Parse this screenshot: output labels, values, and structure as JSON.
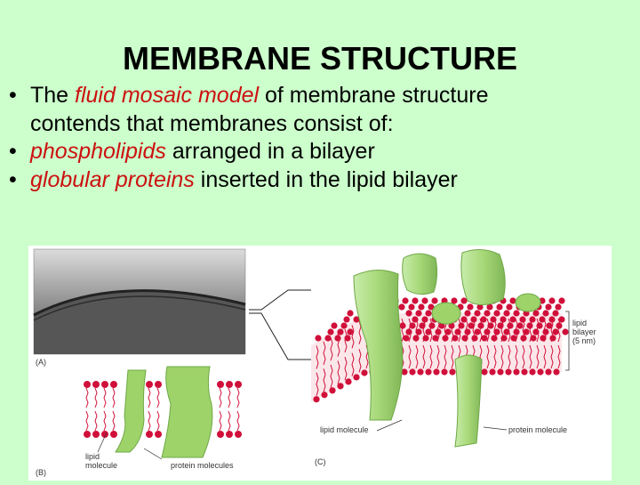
{
  "slide": {
    "title": "MEMBRANE STRUCTURE",
    "bullet1": {
      "pre": "The ",
      "em": "fluid mosaic model",
      "post1": " of membrane structure",
      "post2": "contends that membranes consist of:"
    },
    "bullet2": {
      "em": "phospholipids",
      "post": " arranged in a bilayer"
    },
    "bullet3": {
      "em": "globular proteins",
      "post": " inserted in the lipid bilayer"
    }
  },
  "figure": {
    "label_a": "(A)",
    "label_b": "(B)",
    "label_c": "(C)",
    "lipid_bilayer_1": "lipid",
    "lipid_bilayer_2": "bilayer",
    "lipid_bilayer_3": "(5 nm)",
    "b_lipid_1": "lipid",
    "b_lipid_2": "molecule",
    "b_protein": "protein molecules",
    "c_lipid": "lipid molecule",
    "c_protein": "protein molecule"
  },
  "colors": {
    "background": "#ccffcc",
    "emphasis": "#cc1111",
    "lipid_head": "#d0103a",
    "protein": "#a8d878"
  }
}
